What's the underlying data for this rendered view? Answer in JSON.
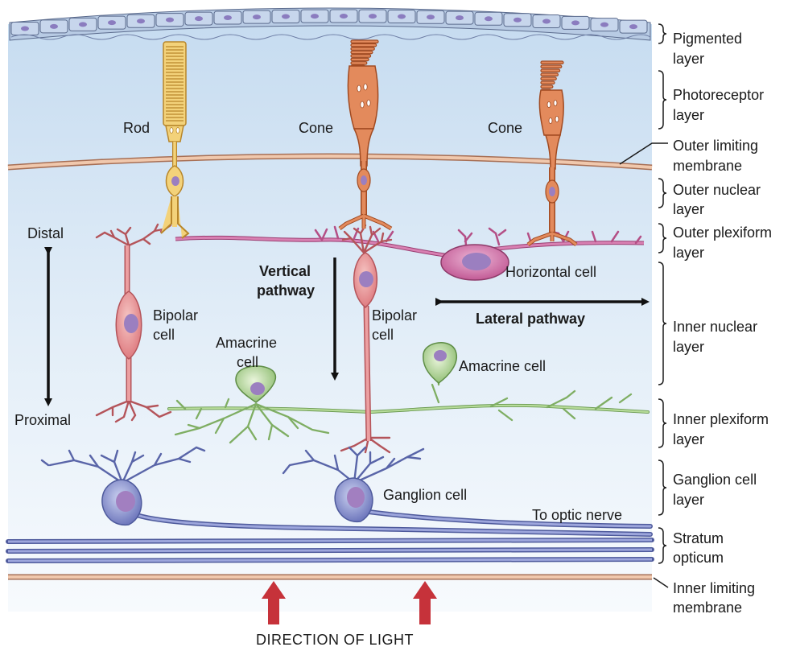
{
  "cells": {
    "rod": "Rod",
    "cone_1": "Cone",
    "cone_2": "Cone",
    "bipolar_left": [
      "Bipolar",
      "cell"
    ],
    "bipolar_center": [
      "Bipolar",
      "cell"
    ],
    "horizontal": "Horizontal cell",
    "amacrine_left": [
      "Amacrine",
      "cell"
    ],
    "amacrine_right": "Amacrine cell",
    "ganglion": "Ganglion cell",
    "optic_nerve": "To optic nerve"
  },
  "pathways": {
    "vertical": [
      "Vertical",
      "pathway"
    ],
    "lateral": "Lateral pathway",
    "distal": "Distal",
    "proximal": "Proximal"
  },
  "layers": [
    [
      "Pigmented",
      "layer"
    ],
    [
      "Photoreceptor",
      "layer"
    ],
    [
      "Outer limiting",
      "membrane"
    ],
    [
      "Outer nuclear",
      "layer"
    ],
    [
      "Outer plexiform",
      "layer"
    ],
    [
      "Inner nuclear",
      "layer"
    ],
    [
      "Inner plexiform",
      "layer"
    ],
    [
      "Ganglion cell",
      "layer"
    ],
    [
      "Stratum",
      "opticum"
    ],
    [
      "Inner limiting",
      "membrane"
    ]
  ],
  "light": "DIRECTION OF LIGHT",
  "colors": {
    "background_top": "#c9ddf1",
    "background_bottom": "#f4f8fc",
    "rod": "#f0c45c",
    "cone": "#d9784a",
    "bipolar": "#e9868a",
    "horizontal": "#c9649b",
    "amacrine": "#9fc784",
    "ganglion": "#7d86c5",
    "membrane": "#e8b89a",
    "light_arrow": "#c6323a"
  }
}
